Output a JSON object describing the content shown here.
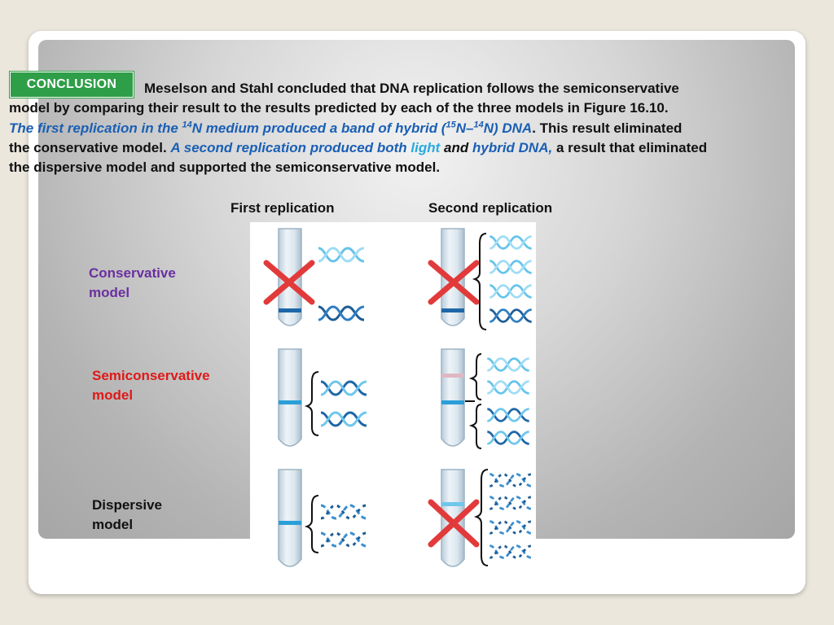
{
  "badge": "CONCLUSION",
  "paragraph": {
    "p1": "Meselson and Stahl concluded that DNA replication follows the semiconservative",
    "p2": "model by comparing their result to the results predicted by each of the three models in Figure 16.10.",
    "s1": "The first replication in the ",
    "s1_sup1": "14",
    "s1_mid": "N medium produced a band of hybrid (",
    "s1_sup2": "15",
    "s1_dash": "N–",
    "s1_sup3": "14",
    "s1_end": "N) DNA",
    "p3": ". This result eliminated",
    "p4": "the conservative model. ",
    "s2a": "A second replication produced both ",
    "s2b": "light",
    "s2c": " and ",
    "s2d": "hybrid DNA,",
    "p5": " a result that eliminated",
    "p6": "the dispersive model and supported the semiconservative model."
  },
  "columns": {
    "first": "First replication",
    "second": "Second replication"
  },
  "models": {
    "conservative_1": "Conservative",
    "conservative_2": "model",
    "semiconservative_1": "Semiconservative",
    "semiconservative_2": "model",
    "dispersive_1": "Dispersive",
    "dispersive_2": "model"
  },
  "colors": {
    "badge": "#2f9e48",
    "highlight_blue": "#1a5fb4",
    "light_cyan": "#29a9e0",
    "conservative": "#6a2fa0",
    "semiconservative": "#e01818",
    "dispersive": "#111111",
    "x_mark": "#e23a3a"
  }
}
